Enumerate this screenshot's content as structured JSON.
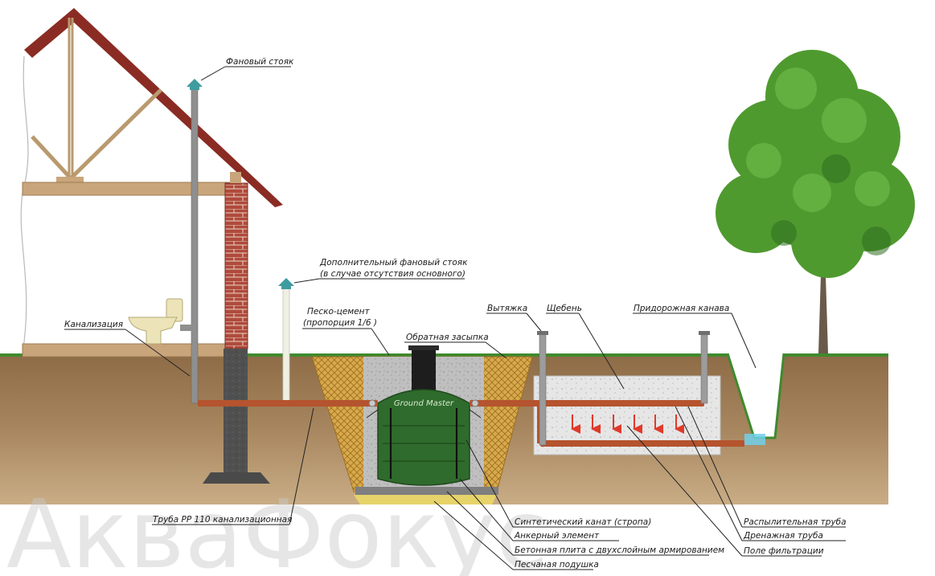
{
  "labels": {
    "fan_riser": "Фановый стояк",
    "extra_riser_1": "Дополнительный фановый стояк",
    "extra_riser_2": "(в случае отсутствия основного)",
    "sewer": "Канализация",
    "sand_cement_1": "Песко-цемент",
    "sand_cement_2": "(пропорция 1/6 )",
    "backfill": "Обратная засыпка",
    "exhaust": "Вытяжка",
    "gravel": "Щебень",
    "roadside_ditch": "Придорожная канава",
    "pipe": "Труба PP 110 канализационная",
    "rope": "Синтетический канат (стропа)",
    "anchor": "Анкерный элемент",
    "slab": "Бетонная плита с двухслойным армированием",
    "sand_pad": "Песчаная подушка",
    "spray_pipe": "Распылительная труба",
    "drain_pipe": "Дренажная труба",
    "filter_field": "Поле фильтрации"
  },
  "tank": {
    "brand": "Ground Master"
  },
  "watermark": "АкваФокус",
  "colors": {
    "soil": "#9a7a55",
    "grass": "#3f8a2e",
    "pipe": "#b5542e",
    "tank": "#2f6b2c",
    "brick": "#a8453a",
    "roof": "#8a2c24",
    "arrow": "#e03a2a",
    "water": "#6fd0ea"
  }
}
